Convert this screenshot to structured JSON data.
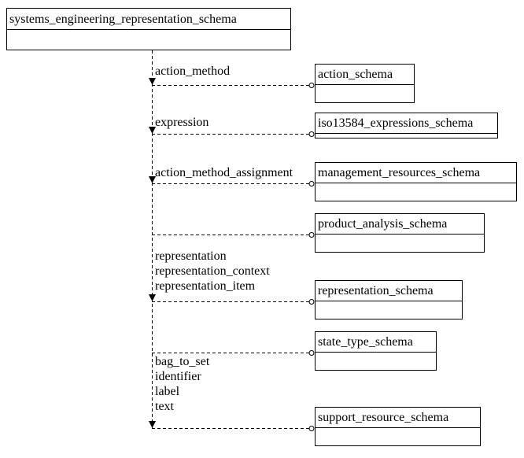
{
  "diagram": {
    "root_schema": {
      "title": "systems_engineering_representation_schema"
    },
    "references": [
      {
        "target": "action_schema",
        "labels": [
          "action_method"
        ]
      },
      {
        "target": "iso13584_expressions_schema",
        "labels": [
          "expression"
        ]
      },
      {
        "target": "management_resources_schema",
        "labels": [
          "action_method_assignment"
        ]
      },
      {
        "target": "product_analysis_schema",
        "labels": []
      },
      {
        "target": "representation_schema",
        "labels": [
          "representation",
          "representation_context",
          "representation_item"
        ]
      },
      {
        "target": "state_type_schema",
        "labels": []
      },
      {
        "target": "support_resource_schema",
        "labels": [
          "bag_to_set",
          "identifier",
          "label",
          "text"
        ]
      }
    ],
    "colors": {
      "line": "#000000",
      "text": "#000000",
      "background": "#ffffff"
    }
  }
}
